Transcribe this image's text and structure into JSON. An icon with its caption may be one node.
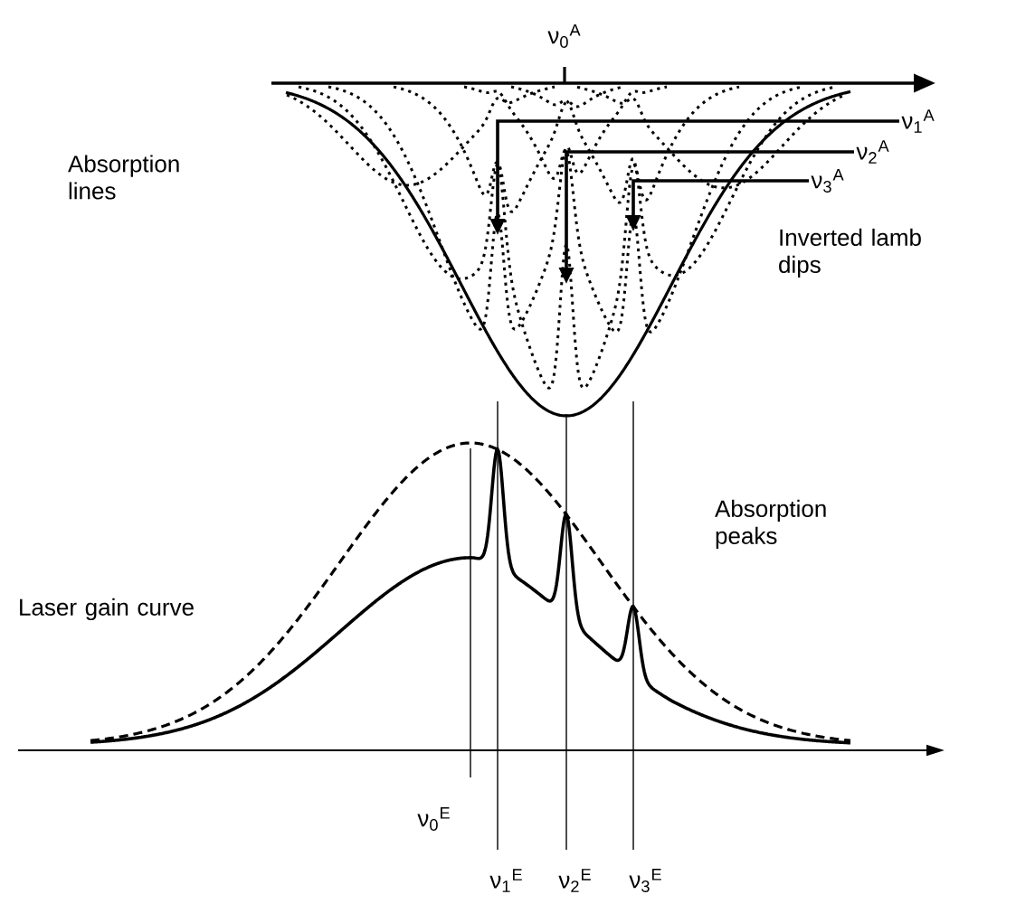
{
  "diagram": {
    "nodes": [
      {
        "text": [
          "ν$_{1}$$^{A}$"
        ]
      },
      {
        "text": [
          "ν$_{2}$$^{A}$"
        ]
      },
      {
        "text": [
          "ν$_{3}$$^{A}$"
        ]
      }
    ],
    "edges": [
      {
        "from": 0,
        "to": null,
        "arrow": "to"
      },
      {
        "from": 1,
        "to": null,
        "arrow": "to"
      },
      {
        "from": 2,
        "to": null,
        "arrow": "to"
      }
    ],
    "labels": [
      "ν$_{0}$$^{A}$",
      "Absorption lines",
      "Inverted lamb dips",
      "Absorption peaks",
      "Laser gain curve",
      "ν$_{0}$$^{E}$",
      "ν$_{1}$$^{E}$",
      "ν$_{2}$$^{E}$",
      "ν$_{3}$$^{E}$"
    ]
  }
}
